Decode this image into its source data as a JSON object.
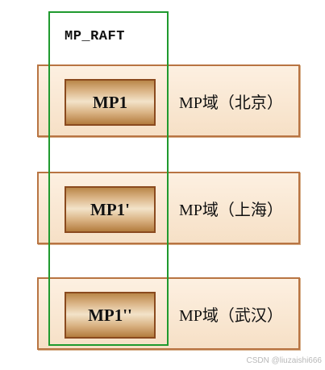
{
  "raft": {
    "title": "MP_RAFT"
  },
  "domains": [
    {
      "node": "MP1",
      "label": "MP域（北京）"
    },
    {
      "node": "MP1'",
      "label": "MP域（上海）"
    },
    {
      "node": "MP1''",
      "label": "MP域（武汉）"
    }
  ],
  "watermark": "CSDN @liuzaishi666",
  "colors": {
    "domain_fill": "#f6e0c6",
    "domain_border": "#b87442",
    "raft_border": "#1f9a2e",
    "node_border": "#8a4a1e"
  }
}
